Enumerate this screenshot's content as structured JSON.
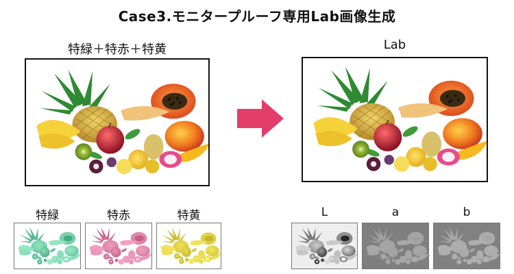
{
  "title": "Case3.モニタープルーフ専用Lab画像生成",
  "left": {
    "caption": "特緑＋特赤＋特黄",
    "thumbs": [
      "特緑",
      "特赤",
      "特黄"
    ]
  },
  "right": {
    "caption": "Lab",
    "thumbs": [
      "L",
      "a",
      "b"
    ]
  },
  "colors": {
    "arrow": "#e23d6b",
    "green": "#1fb37a",
    "red": "#e0508a",
    "yellow": "#f1c82b"
  },
  "icons": {
    "arrow": "right-arrow-icon",
    "fruit": "fruit-photo"
  }
}
